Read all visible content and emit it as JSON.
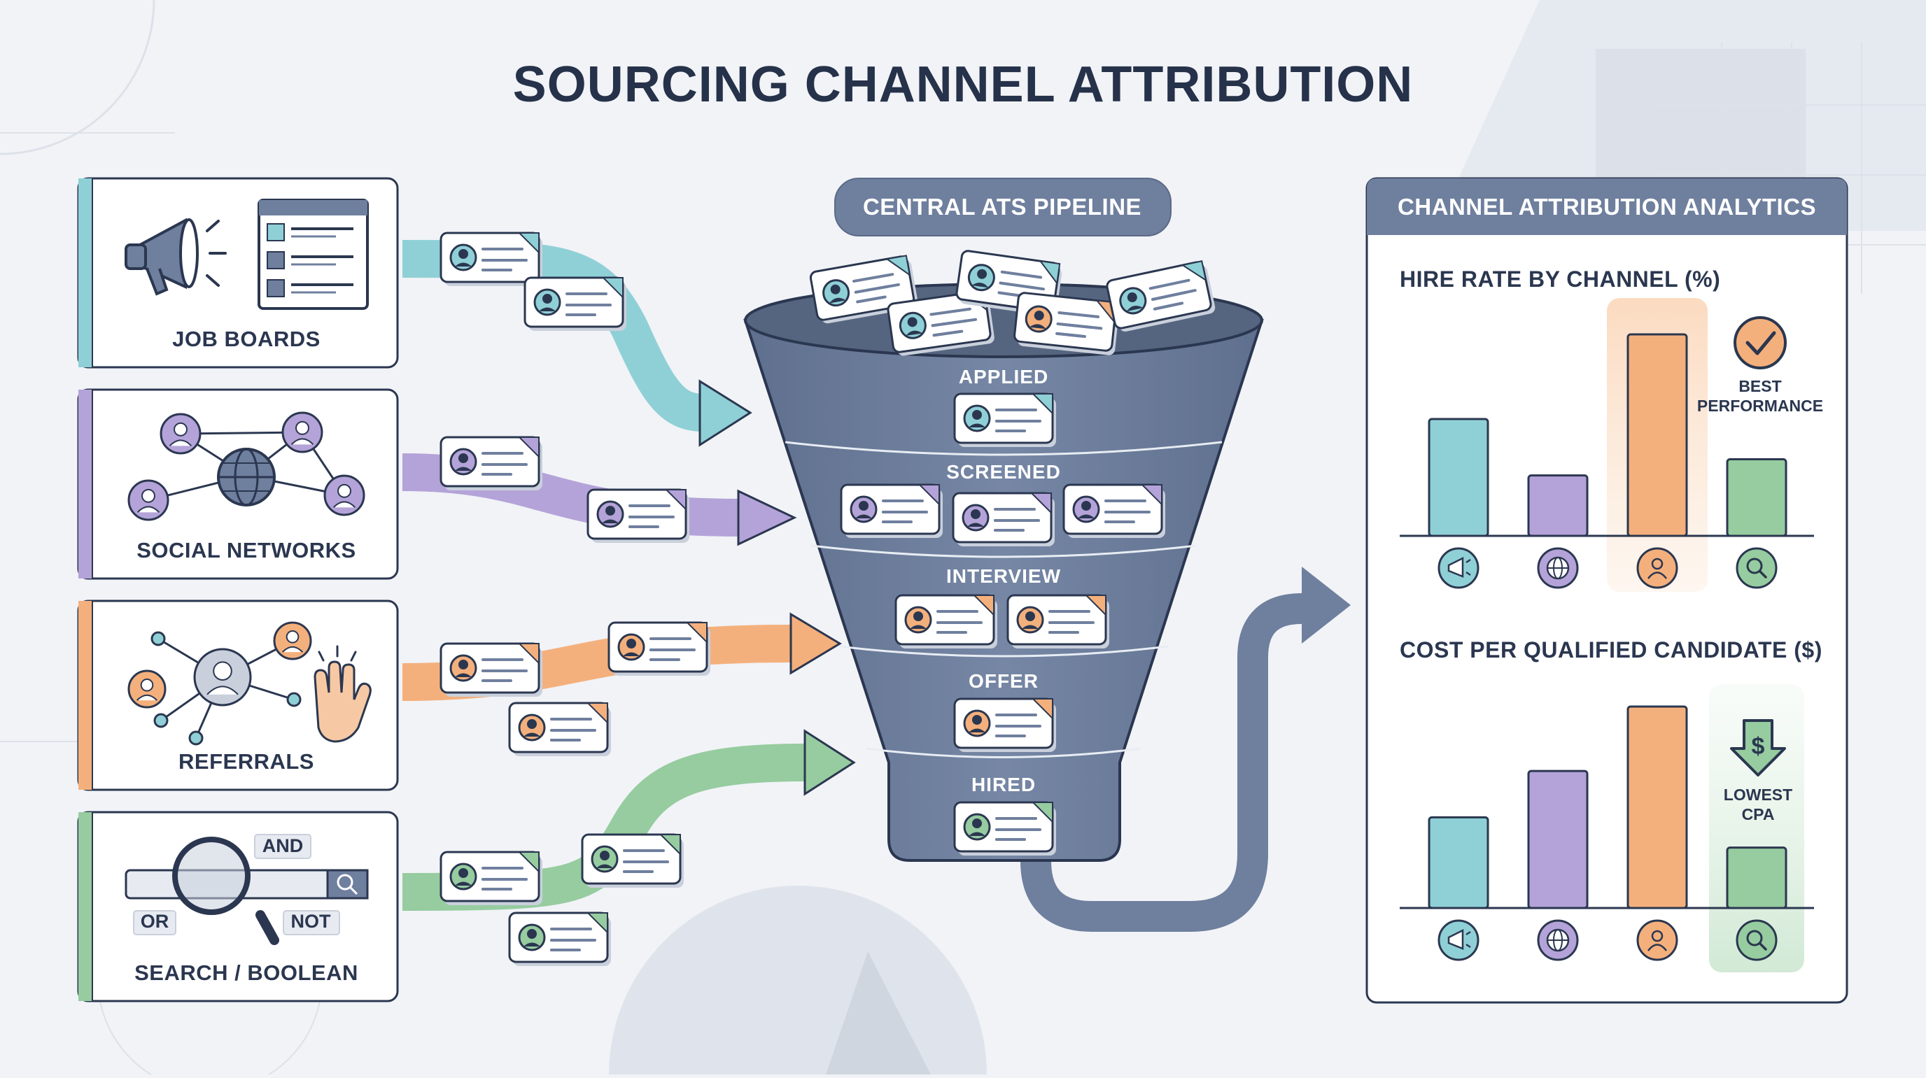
{
  "title": "SOURCING CHANNEL ATTRIBUTION",
  "colors": {
    "job_boards": "#8fd0d6",
    "social": "#b4a3d8",
    "referrals": "#f4b07c",
    "search": "#96cc9f",
    "funnel": "#6f7f9e",
    "dark": "#2b3750"
  },
  "channels": [
    {
      "name": "JOB BOARDS",
      "icon": "megaphone-icon",
      "color": "#8fd0d6"
    },
    {
      "name": "SOCIAL NETWORKS",
      "icon": "network-globe-icon",
      "color": "#b4a3d8"
    },
    {
      "name": "REFERRALS",
      "icon": "referral-network-icon",
      "color": "#f4b07c"
    },
    {
      "name": "SEARCH / BOOLEAN",
      "icon": "magnifier-icon",
      "color": "#96cc9f"
    }
  ],
  "boolean_words": {
    "and": "AND",
    "or": "OR",
    "not": "NOT"
  },
  "pipeline": {
    "label": "CENTRAL ATS PIPELINE",
    "stages": [
      "APPLIED",
      "SCREENED",
      "INTERVIEW",
      "OFFER",
      "HIRED"
    ]
  },
  "analytics": {
    "header": "CHANNEL ATTRIBUTION ANALYTICS",
    "best_note_line1": "BEST",
    "best_note_line2": "PERFORMANCE",
    "lowest_note_line1": "LOWEST",
    "lowest_note_line2": "CPA"
  },
  "chart_data": [
    {
      "type": "bar",
      "title": "HIRE RATE BY CHANNEL (%)",
      "categories": [
        "megaphone-icon",
        "globe-icon",
        "person-icon",
        "search-icon"
      ],
      "values": [
        58,
        30,
        100,
        38
      ],
      "colors": [
        "#8fd0d6",
        "#b4a3d8",
        "#f4b07c",
        "#96cc9f"
      ],
      "ylim": [
        0,
        100
      ],
      "highlight_index": 2,
      "grid": false
    },
    {
      "type": "bar",
      "title": "COST PER QUALIFIED CANDIDATE ($)",
      "categories": [
        "megaphone-icon",
        "globe-icon",
        "person-icon",
        "search-icon"
      ],
      "values": [
        45,
        68,
        100,
        30
      ],
      "colors": [
        "#8fd0d6",
        "#b4a3d8",
        "#f4b07c",
        "#96cc9f"
      ],
      "ylim": [
        0,
        100
      ],
      "highlight_index": 3,
      "grid": false
    }
  ]
}
